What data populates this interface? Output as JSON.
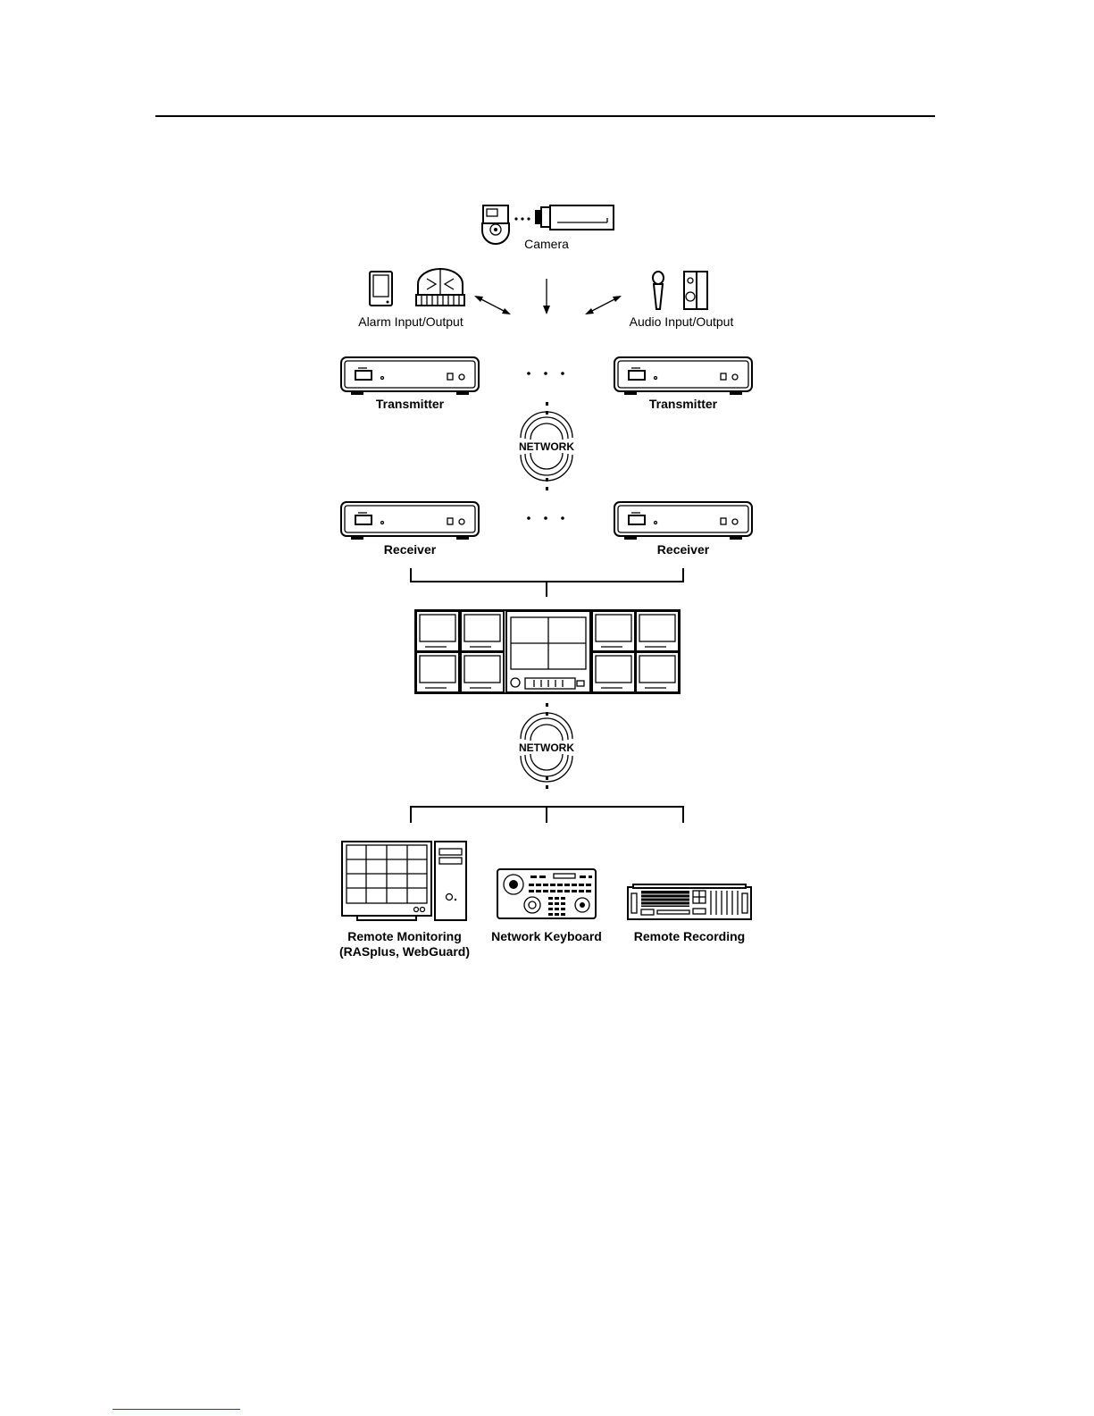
{
  "diagram": {
    "labels": {
      "camera": "Camera",
      "alarm": "Alarm Input/Output",
      "audio": "Audio Input/Output",
      "transmitter_left": "Transmitter",
      "transmitter_right": "Transmitter",
      "network_top": "NETWORK",
      "receiver_left": "Receiver",
      "receiver_right": "Receiver",
      "network_bottom": "NETWORK",
      "remote_monitoring_line1": "Remote Monitoring",
      "remote_monitoring_line2": "(RASplus, WebGuard)",
      "network_keyboard": "Network Keyboard",
      "remote_recording": "Remote Recording"
    },
    "icons": {
      "camera": [
        "ptz-dome-camera-icon",
        "box-camera-icon"
      ],
      "alarm": [
        "alarm-sensor-icon",
        "alarm-siren-icon"
      ],
      "audio": [
        "microphone-icon",
        "speaker-icon"
      ],
      "transmitter": "video-transmitter-icon",
      "network": "network-signal-icon",
      "receiver": "video-receiver-icon",
      "monitor_wall": "monitor-wall-icon",
      "remote_monitoring": "pc-workstation-icon",
      "network_keyboard": "control-keyboard-icon",
      "remote_recording": "rack-recorder-icon"
    }
  }
}
